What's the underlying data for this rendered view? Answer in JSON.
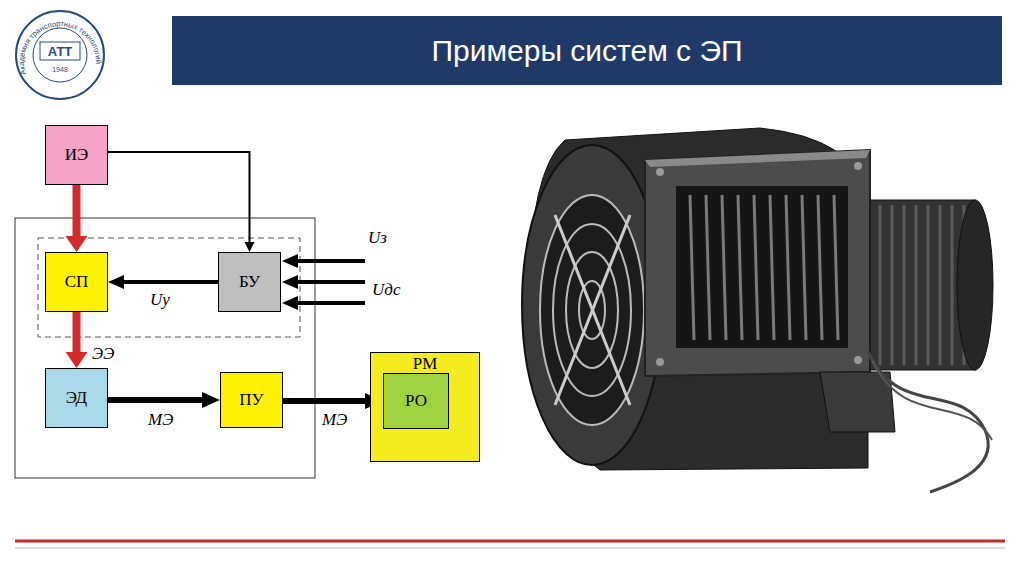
{
  "diagram": {
    "title": "Примеры систем с ЭП",
    "nodes": [
      {
        "text": [
          "ИЭ"
        ]
      },
      {
        "text": [
          "СП"
        ]
      },
      {
        "text": [
          "БУ"
        ]
      },
      {
        "text": [
          "ЭД"
        ]
      },
      {
        "text": [
          "ПУ"
        ]
      },
      {
        "text": [
          "РМ"
        ]
      },
      {
        "text": [
          "РО"
        ],
        "in": 5
      }
    ],
    "edges": [
      {
        "from": 0,
        "to": 1,
        "arrow": "to"
      },
      {
        "from": 0,
        "to": 2,
        "arrow": "to"
      },
      {
        "from": 2,
        "to": 1,
        "label": "Uу",
        "arrow": "to"
      },
      {
        "from": 1,
        "to": 3,
        "label": "ЭЭ",
        "arrow": "to"
      },
      {
        "from": 3,
        "to": 4,
        "label": "МЭ",
        "arrow": "to"
      },
      {
        "from": 4,
        "to": 6,
        "label": "МЭ",
        "arrow": "to"
      }
    ],
    "labels": [
      "Uз",
      "Uдс",
      "АТТ",
      "Академия транспортных технологий",
      "1948"
    ]
  }
}
